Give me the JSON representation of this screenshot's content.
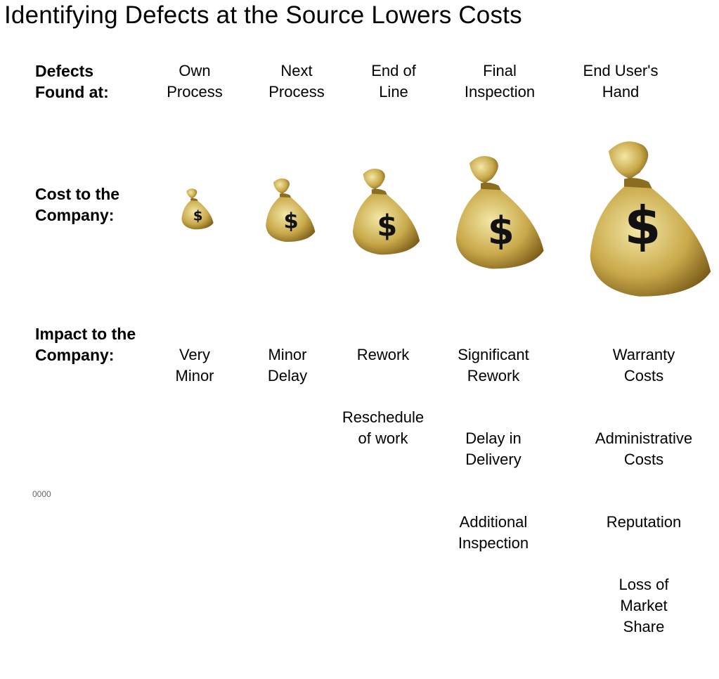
{
  "title": "Identifying Defects at the Source Lowers Costs",
  "rows": {
    "found_label": "Defects\nFound at:",
    "cost_label": "Cost to the\nCompany:",
    "impact_label": "Impact to the\nCompany:"
  },
  "columns": [
    {
      "found": "Own\nProcess",
      "impact": [
        "Very\nMinor"
      ]
    },
    {
      "found": "Next\nProcess",
      "impact": [
        "Minor\nDelay"
      ]
    },
    {
      "found": "End of\nLine",
      "impact": [
        "Rework",
        "Reschedule\nof work"
      ]
    },
    {
      "found": "Final\nInspection",
      "impact": [
        "Significant\nRework",
        "Delay in\nDelivery",
        "Additional\nInspection"
      ]
    },
    {
      "found": "End User's\nHand",
      "impact": [
        "Warranty Costs",
        "Administrative\nCosts",
        "Reputation",
        "Loss of Market\nShare"
      ]
    }
  ],
  "bag_symbol": "$",
  "bag_icon": "money-bag-icon",
  "colors": {
    "bag_light": "#e8d98a",
    "bag_dark": "#8a6d1f",
    "symbol": "#111111"
  },
  "footer": "0000"
}
